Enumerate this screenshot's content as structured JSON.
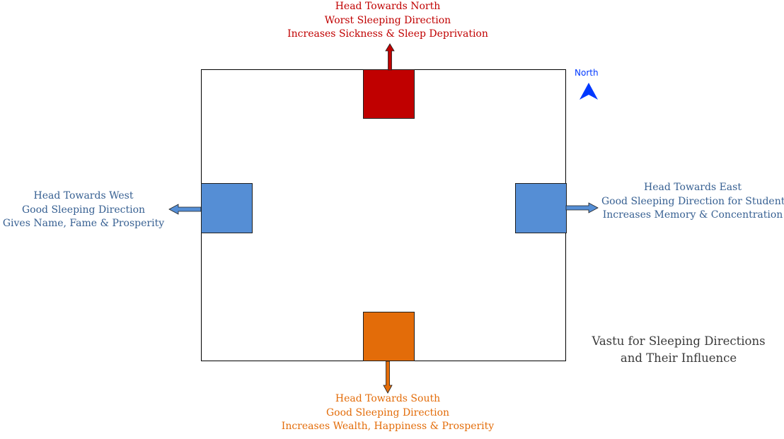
{
  "colors": {
    "north": "#c00000",
    "south": "#e36c09",
    "west": "#558ed5",
    "east": "#558ed5",
    "west_text": "#376092",
    "east_text": "#376092",
    "north_text": "#c00000",
    "south_text": "#e36c09",
    "compass": "#0038ff"
  },
  "compass": {
    "label": "North",
    "icon": "north-arrow-icon"
  },
  "north": {
    "heading": "Head Towards North",
    "verdict": "Worst Sleeping Direction",
    "effect": "Increases Sickness & Sleep Deprivation"
  },
  "west": {
    "heading": "Head Towards West",
    "verdict": "Good Sleeping Direction",
    "effect": "Gives Name, Fame & Prosperity"
  },
  "east": {
    "heading": "Head Towards East",
    "verdict": "Good Sleeping Direction for Students",
    "effect": "Increases Memory & Concentration"
  },
  "south": {
    "heading": "Head Towards South",
    "verdict": "Good Sleeping Direction",
    "effect": "Increases Wealth, Happiness & Prosperity"
  },
  "title": {
    "line1": "Vastu for Sleeping Directions",
    "line2": "and Their Influence"
  }
}
